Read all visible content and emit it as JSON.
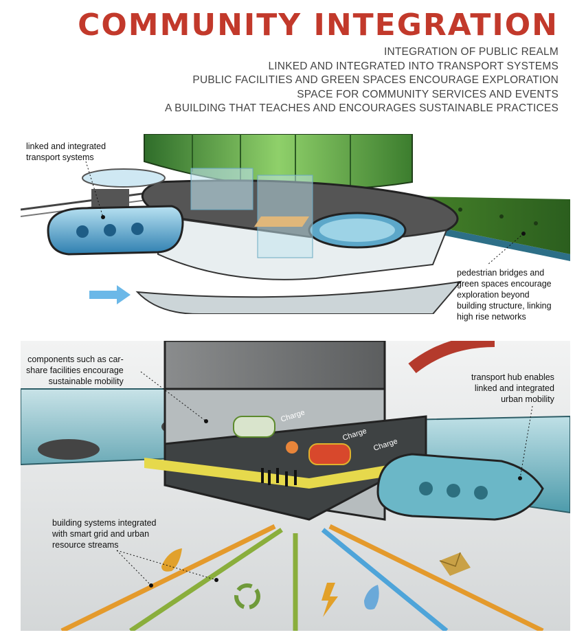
{
  "title": "COMMUNITY INTEGRATION",
  "subtitles": [
    "INTEGRATION OF PUBLIC REALM",
    "LINKED AND INTEGRATED INTO TRANSPORT SYSTEMS",
    "PUBLIC FACILITIES AND GREEN SPACES ENCOURAGE EXPLORATION",
    "SPACE FOR COMMUNITY SERVICES AND EVENTS",
    "A BUILDING THAT TEACHES AND ENCOURAGES SUSTAINABLE PRACTICES"
  ],
  "annotations": {
    "transport": [
      "linked and integrated",
      "transport systems"
    ],
    "pedestrian": [
      "pedestrian bridges and",
      "green spaces encourage",
      "exploration beyond",
      "building structure, linking",
      "high rise networks"
    ],
    "carshare": [
      "components such as car-",
      "share facilities encourage",
      "sustainable mobility"
    ],
    "hub": [
      "transport hub enables",
      "linked and integrated",
      "urban mobility"
    ],
    "systems": [
      "building systems integrated",
      "with smart grid and urban",
      "resource streams"
    ]
  },
  "charge_text": "Charge",
  "colors": {
    "title": "#c2392b",
    "glass": "#7cc4cf",
    "green": "#5a9a2e",
    "orange": "#e49a2c",
    "recycle": "#6f9a3a",
    "blue": "#4ea4d9"
  },
  "icons": [
    "water-drop-orange-icon",
    "recycle-icon",
    "lightning-icon",
    "water-drop-blue-icon",
    "envelope-icon"
  ]
}
